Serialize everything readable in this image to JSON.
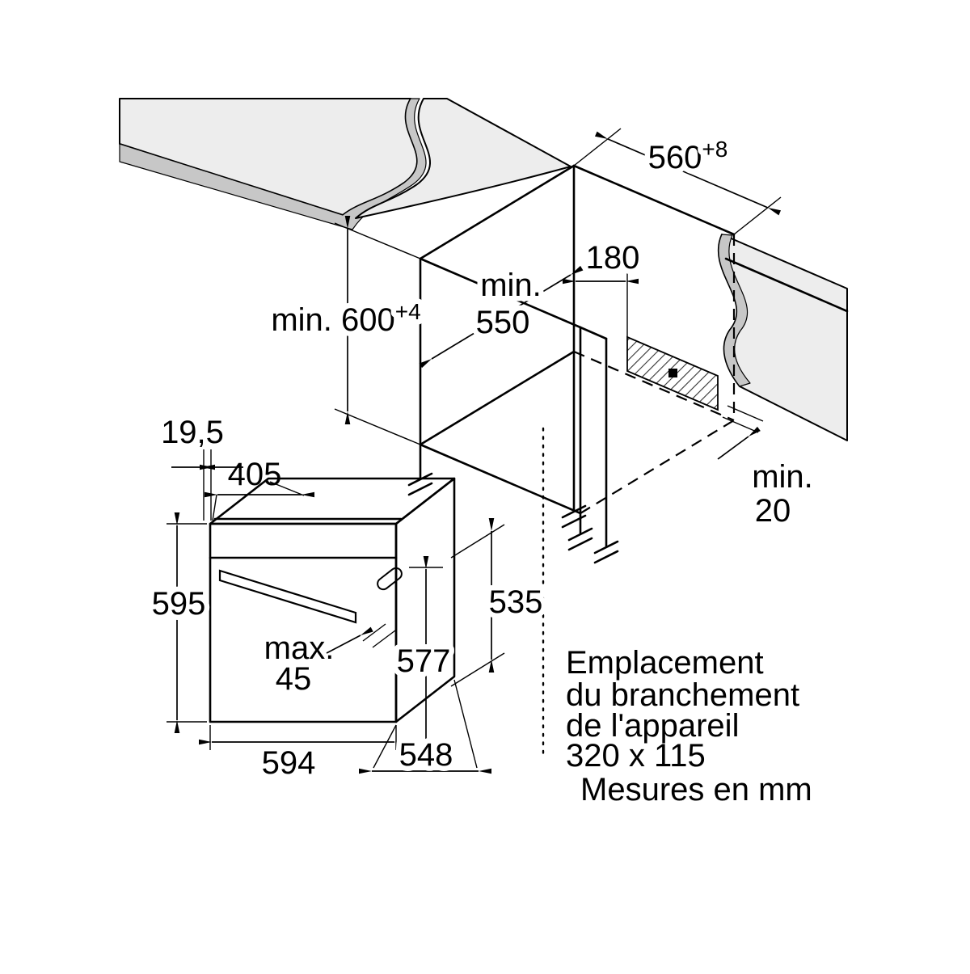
{
  "dimensions": {
    "niche_width": {
      "value": "560",
      "sup": "+8"
    },
    "niche_height": {
      "value": "min. 600",
      "sup": "+4"
    },
    "niche_depth": {
      "word": "min.",
      "value": "550"
    },
    "connection_offset": "180",
    "rear_gap": {
      "word": "min.",
      "value": "20"
    },
    "door_front_offset": "19,5",
    "top_depth": "405",
    "oven_front_height": "595",
    "handle_max": {
      "word": "max.",
      "value": "45"
    },
    "depth_with_door": "577",
    "oven_rear_height": "535",
    "oven_width": "594",
    "oven_depth": "548"
  },
  "connection_note": {
    "line1": "Emplacement",
    "line2": "du branchement",
    "line3": "de l'appareil",
    "line4": "320 x 115"
  },
  "units_note": "Mesures en mm",
  "colors": {
    "line": "#000000",
    "worktop_fill": "#ededed",
    "worktop_edge": "#c7c7c7",
    "background": "#ffffff"
  }
}
